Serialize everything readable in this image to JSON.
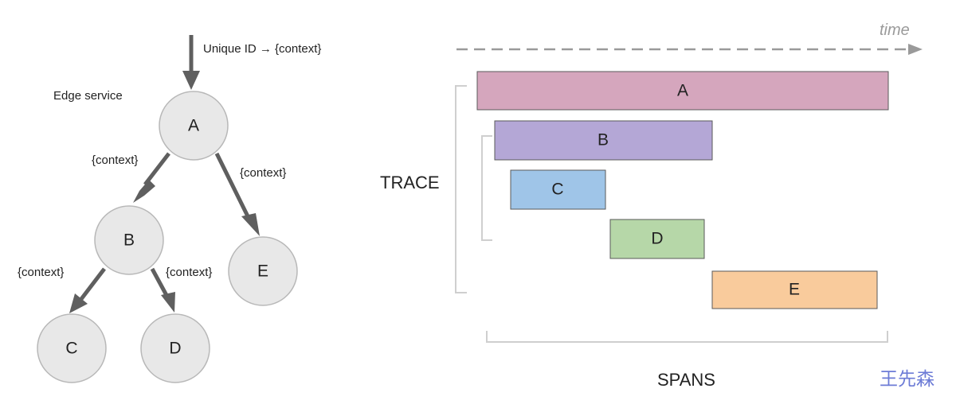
{
  "tree": {
    "entry_label": "Unique ID → {context}",
    "edge_service_label": "Edge service",
    "nodes": {
      "a": "A",
      "b": "B",
      "c": "C",
      "d": "D",
      "e": "E"
    },
    "edge_labels": {
      "a_b": "{context}",
      "a_e": "{context}",
      "b_c": "{context}",
      "b_d": "{context}"
    }
  },
  "timeline": {
    "time_label": "time",
    "trace_label": "TRACE",
    "spans_label": "SPANS",
    "spans": [
      {
        "label": "A",
        "color": "#d5a6bd"
      },
      {
        "label": "B",
        "color": "#b4a7d6"
      },
      {
        "label": "C",
        "color": "#9fc5e8"
      },
      {
        "label": "D",
        "color": "#b6d7a8"
      },
      {
        "label": "E",
        "color": "#f9cb9c"
      }
    ]
  },
  "watermark": "王先森"
}
